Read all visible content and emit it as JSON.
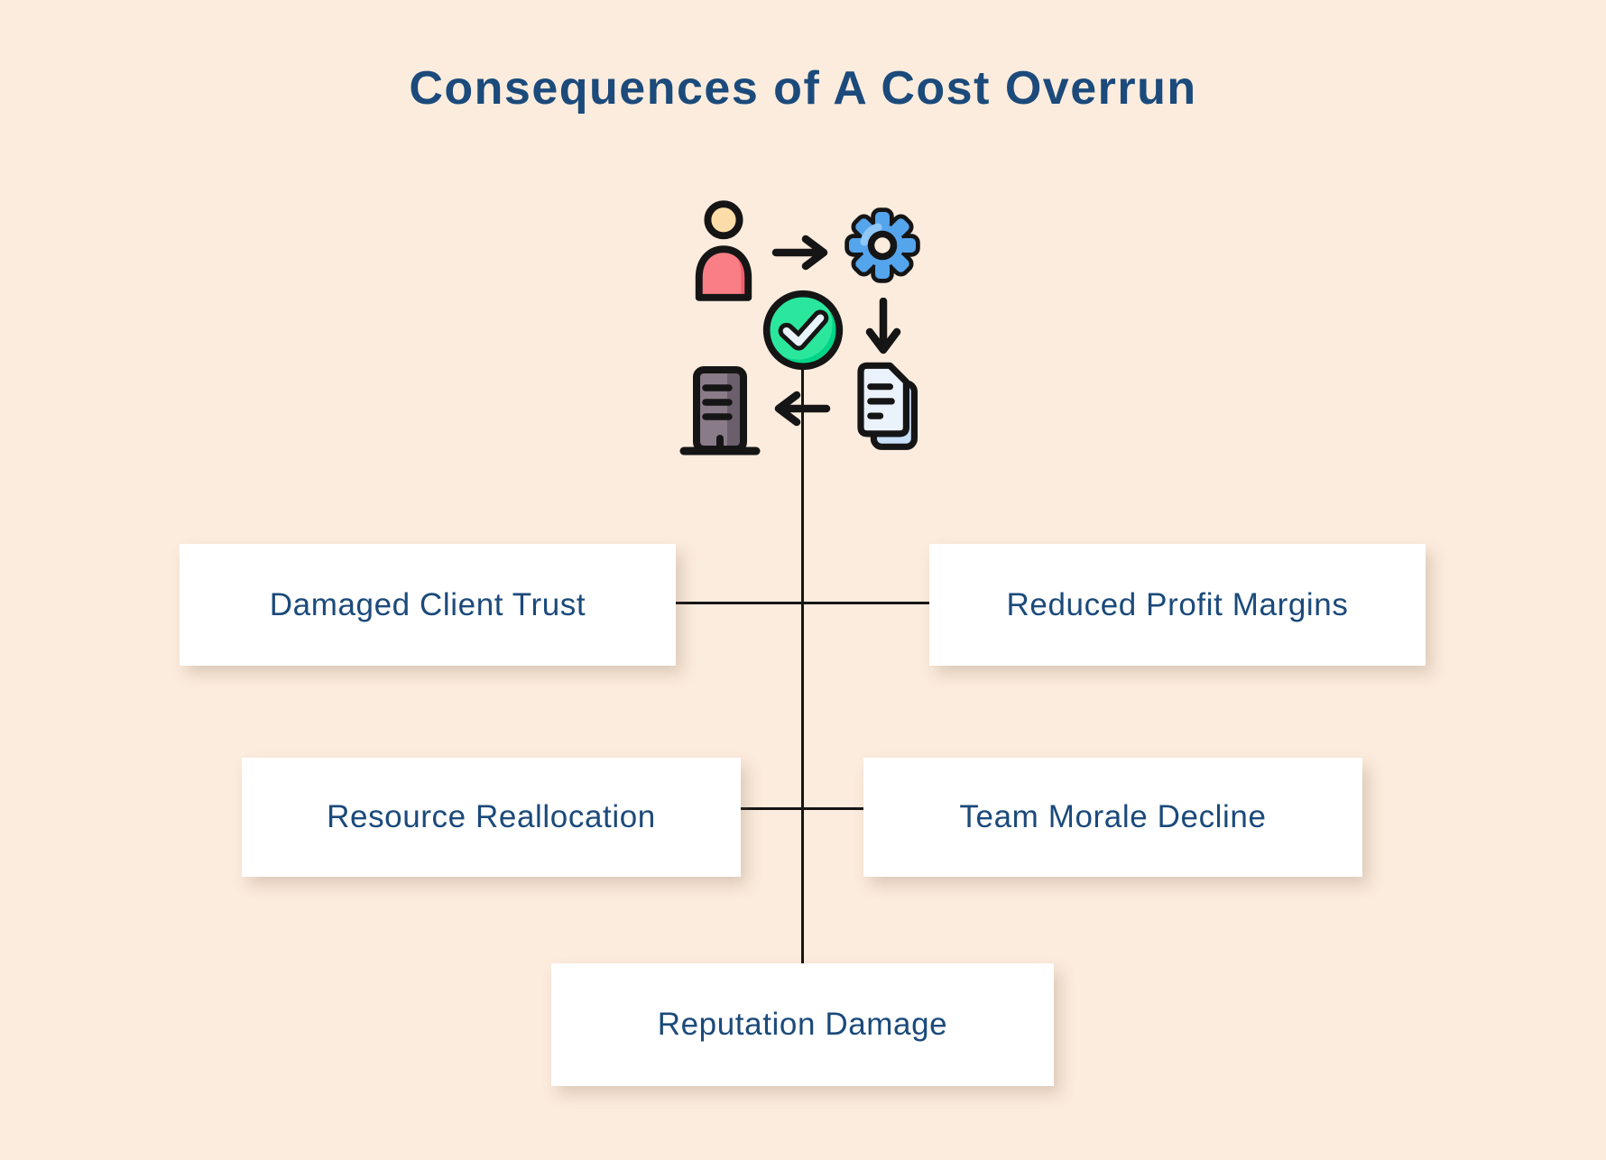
{
  "title": "Consequences of A Cost Overrun",
  "nodes": [
    {
      "id": "damaged-client-trust",
      "label": "Damaged Client Trust"
    },
    {
      "id": "reduced-profit-margins",
      "label": "Reduced Profit Margins"
    },
    {
      "id": "resource-reallocation",
      "label": "Resource Reallocation"
    },
    {
      "id": "team-morale-decline",
      "label": "Team Morale Decline"
    },
    {
      "id": "reputation-damage",
      "label": "Reputation Damage"
    }
  ],
  "icons": {
    "cluster": [
      "person-icon",
      "arrow-right-icon",
      "gear-icon",
      "check-circle-icon",
      "arrow-down-icon",
      "documents-icon",
      "arrow-left-icon",
      "building-icon"
    ]
  },
  "colors": {
    "bg": "#FCECDD",
    "ink": "#151515",
    "navy": "#1B4A7B",
    "box_bg": "#FFFFFF",
    "green": "#2BE79D",
    "green_dark": "#00D488",
    "check_light": "#E8F4FD",
    "blue": "#55A5ED",
    "blue_light": "#8FC7F7",
    "pink": "#FA7E85",
    "pink_dark": "#F25E6D",
    "skin": "#FCDCA8",
    "gray": "#897B88",
    "gray_dark": "#6C5F6C",
    "doc_front": "#EAF3FC",
    "doc_back": "#C7E0F7"
  }
}
